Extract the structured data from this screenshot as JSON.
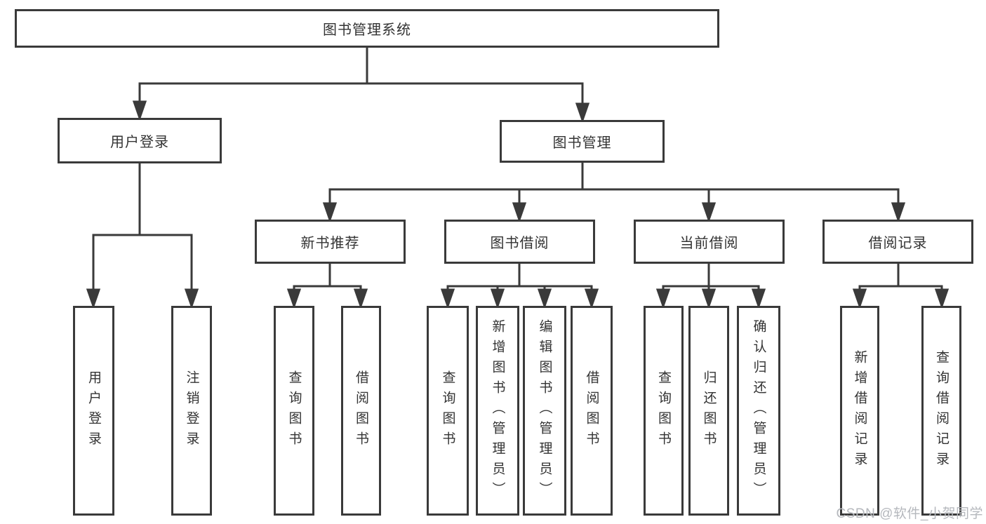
{
  "diagram": {
    "title": "图书管理系统",
    "root": {
      "label": "图书管理系统"
    },
    "level2": {
      "user_login": {
        "label": "用户登录"
      },
      "book_mgmt": {
        "label": "图书管理"
      }
    },
    "level3": {
      "new_book_recommend": {
        "label": "新书推荐"
      },
      "book_borrow": {
        "label": "图书借阅"
      },
      "current_borrow": {
        "label": "当前借阅"
      },
      "borrow_records": {
        "label": "借阅记录"
      }
    },
    "leaves": {
      "user_login": [
        "用户登录",
        "注销登录"
      ],
      "new_book": [
        "查询图书",
        "借阅图书"
      ],
      "book_borrow": [
        "查询图书",
        "新增图书（管理员）",
        "编辑图书（管理员）",
        "借阅图书"
      ],
      "current": [
        "查询图书",
        "归还图书",
        "确认归还（管理员）"
      ],
      "records": [
        "新增借阅记录",
        "查询借阅记录"
      ]
    },
    "watermark": "CSDN @软件_小贺同学",
    "colors": {
      "line": "#3a3a3a",
      "text": "#333333",
      "watermark": "#b5b8bd",
      "background": "#ffffff"
    }
  }
}
